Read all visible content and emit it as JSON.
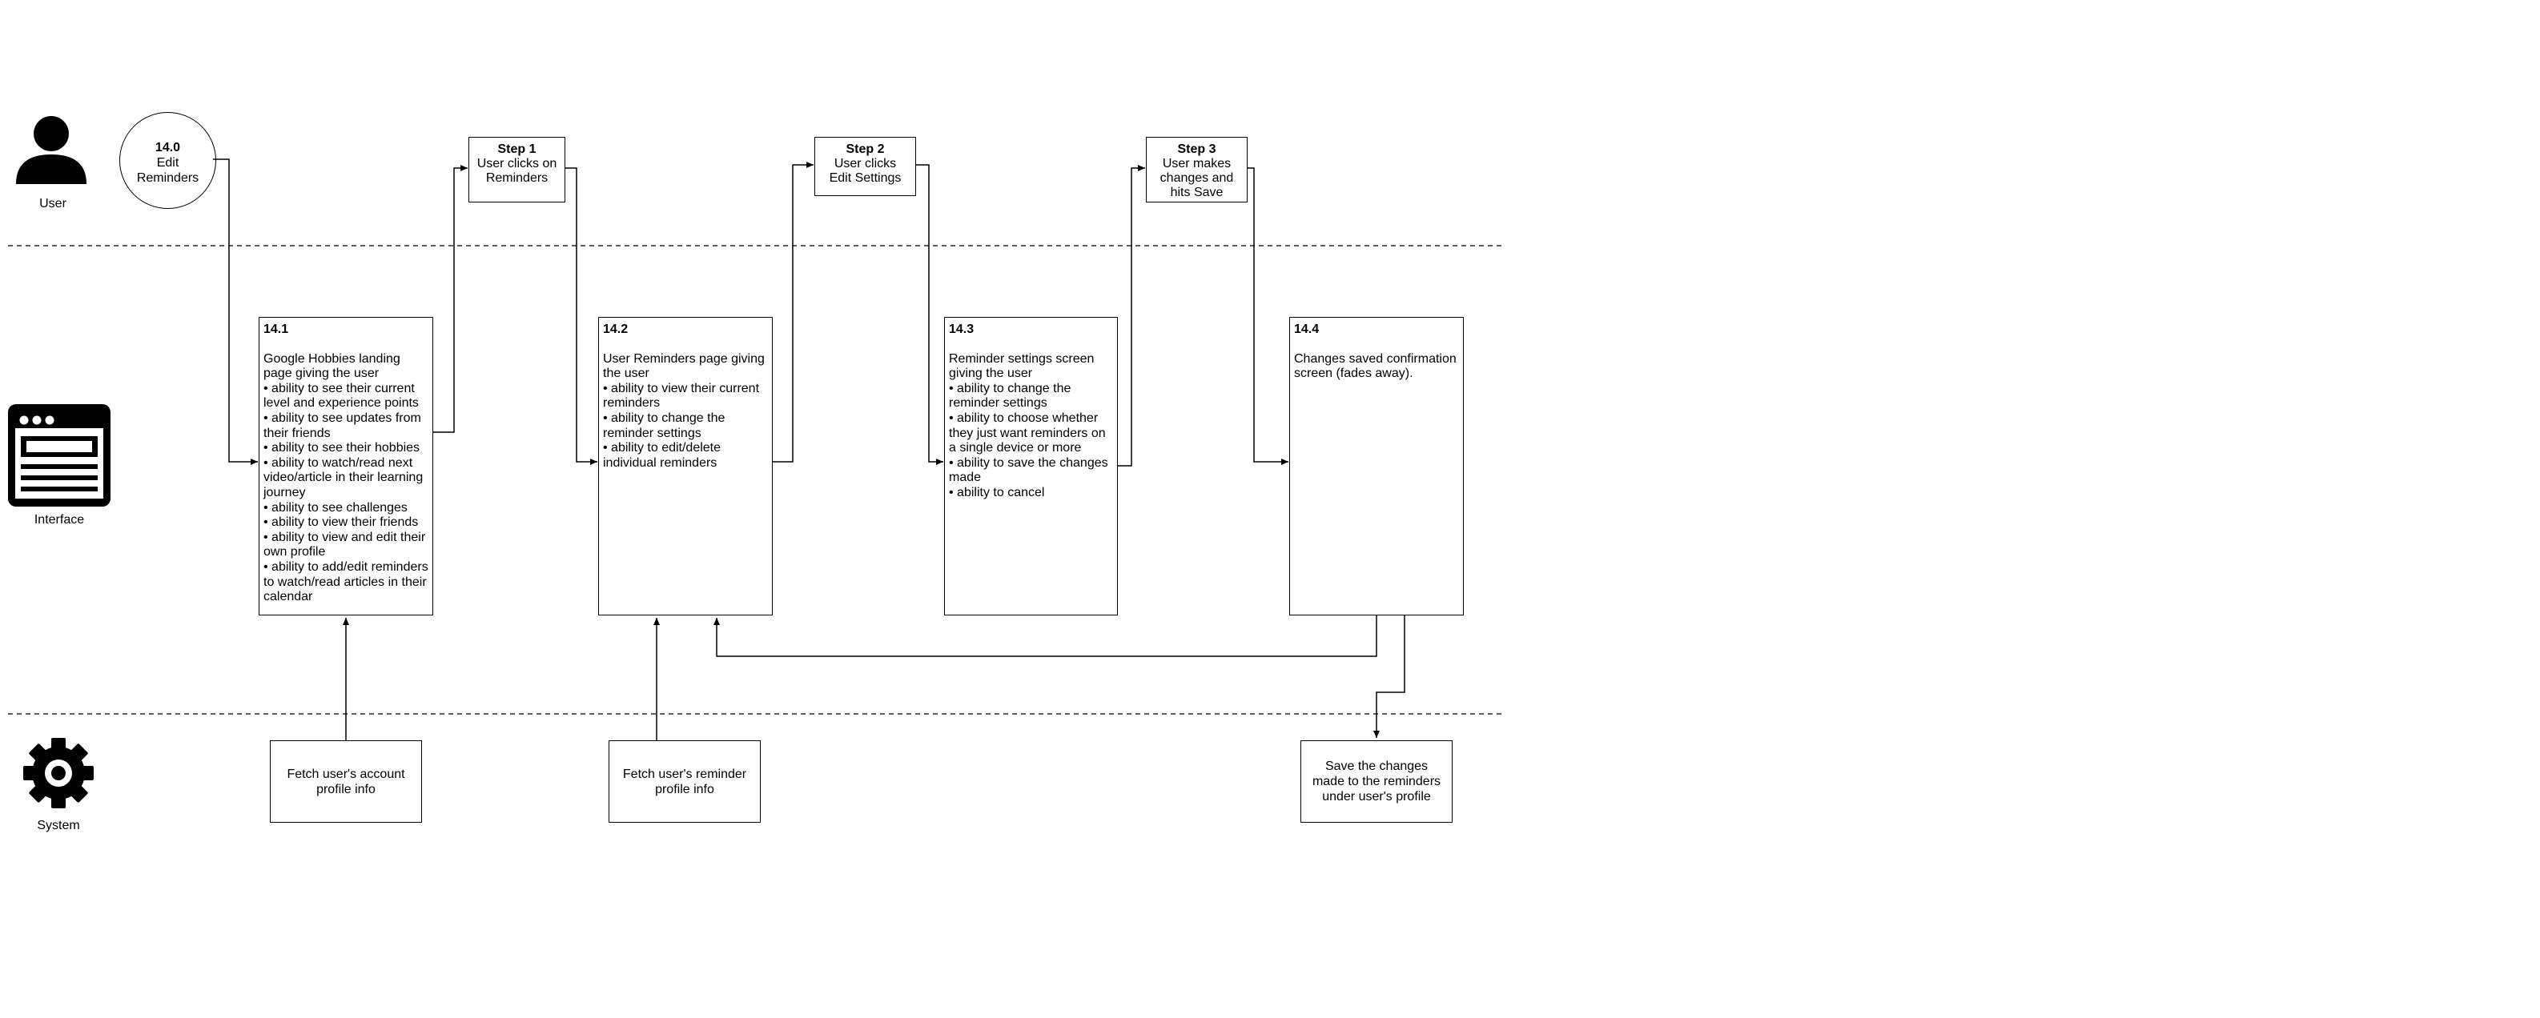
{
  "lanes": {
    "user": {
      "label": "User",
      "icon": "user-icon"
    },
    "interface": {
      "label": "Interface",
      "icon": "browser-window-icon"
    },
    "system": {
      "label": "System",
      "icon": "gear-icon"
    }
  },
  "start": {
    "id": "14.0",
    "line1": "Edit",
    "line2": "Reminders"
  },
  "steps": [
    {
      "title": "Step 1",
      "text": "User clicks on Reminders"
    },
    {
      "title": "Step 2",
      "text": "User clicks Edit Settings"
    },
    {
      "title": "Step 3",
      "text": "User makes changes and hits Save"
    }
  ],
  "screens": [
    {
      "id": "14.1",
      "intro": "Google Hobbies landing page giving the user",
      "bullets": [
        "ability to see their current level and experience points",
        "ability to see updates from their friends",
        "ability to see their hobbies",
        "ability to watch/read next video/article in their learning journey",
        "ability to see challenges",
        "ability to view their friends",
        "ability to view and edit their own profile",
        "ability to add/edit reminders to watch/read articles in their calendar"
      ]
    },
    {
      "id": "14.2",
      "intro": "User Reminders page giving the user",
      "bullets": [
        "ability to view their current reminders",
        "ability to change the reminder settings",
        "ability to edit/delete individual reminders"
      ]
    },
    {
      "id": "14.3",
      "intro": "Reminder settings screen giving the user",
      "bullets": [
        "ability to change the reminder settings",
        "ability to choose whether they just want reminders on a single device or more",
        "ability to save the changes made",
        "ability to cancel"
      ]
    },
    {
      "id": "14.4",
      "intro": "Changes saved confirmation screen (fades away).",
      "bullets": []
    }
  ],
  "system": [
    {
      "text": "Fetch user's account profile info"
    },
    {
      "text": "Fetch user's reminder profile info"
    },
    {
      "text": "Save the changes made to the reminders under user's profile"
    }
  ]
}
